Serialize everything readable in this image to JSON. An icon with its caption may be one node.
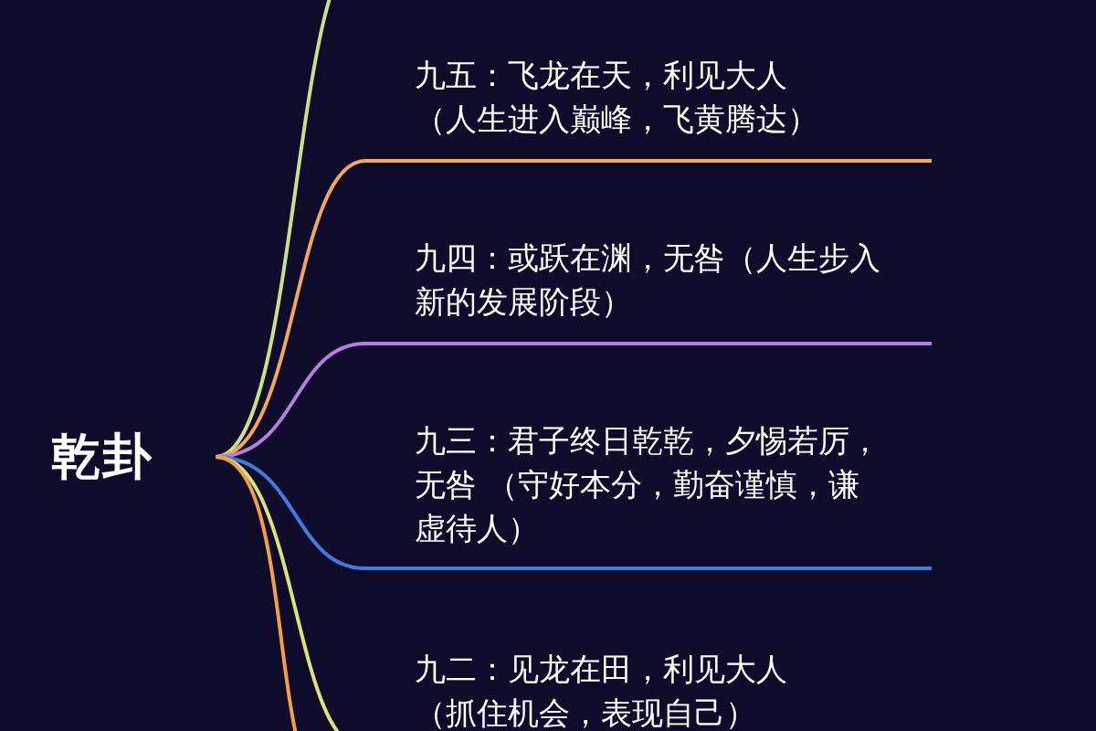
{
  "diagram": {
    "nodes": [
      {
        "text": [
          "乾卦"
        ]
      },
      {
        "text": [
          "九五：飞龙在天，利见大人（人生进入巅峰，飞黄腾达）"
        ]
      },
      {
        "text": [
          "九四：或跃在渊，无咎（人生步入新的发展阶段）"
        ]
      },
      {
        "text": [
          "九三：君子终日乾乾，夕惕若厉，无咎 （守好本分，勤奋谨慎，谦虚待人）"
        ]
      },
      {
        "text": [
          "九二：见龙在田，利见大人（抓住机会，表现自己）"
        ]
      }
    ],
    "edges": [
      {
        "from": 0,
        "to": null,
        "arrow": "none",
        "color": "#c8e08c"
      },
      {
        "from": 0,
        "to": 1,
        "arrow": "none",
        "color": "#f2a65e"
      },
      {
        "from": 0,
        "to": 2,
        "arrow": "none",
        "color": "#b57fe0"
      },
      {
        "from": 0,
        "to": 3,
        "arrow": "none",
        "color": "#3f7be0"
      },
      {
        "from": 0,
        "to": 4,
        "arrow": "none",
        "color": "#dce27a"
      },
      {
        "from": 0,
        "to": null,
        "arrow": "none",
        "color": "#f0a048"
      }
    ]
  }
}
